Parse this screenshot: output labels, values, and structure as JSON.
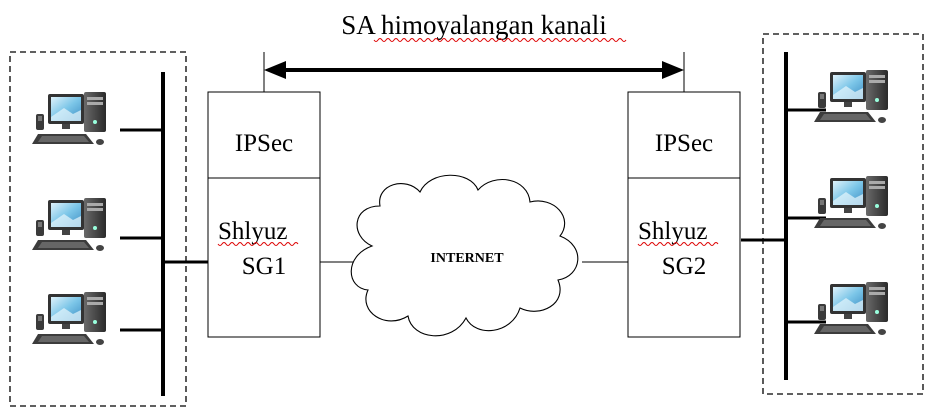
{
  "title": "SA himoyalangan kanali",
  "gateways": [
    {
      "protocol": "IPSec",
      "label": "Shlyuz",
      "name": "SG1"
    },
    {
      "protocol": "IPSec",
      "label": "Shlyuz",
      "name": "SG2"
    }
  ],
  "cloud_label": "INTERNET",
  "icons": {
    "computer": "desktop-computer-icon",
    "cloud": "cloud-icon"
  }
}
